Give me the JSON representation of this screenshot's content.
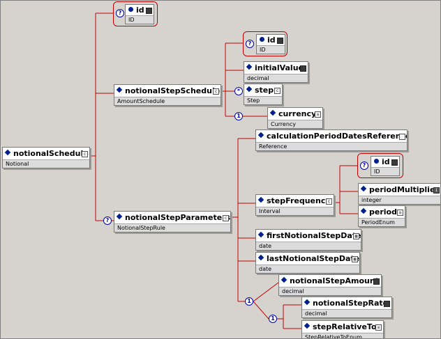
{
  "colors": {
    "background": "#d6d3ce",
    "connector": "#c00000",
    "icon_blue": "#002090",
    "type_band": "#dcdcdc"
  },
  "nodes": {
    "notional_schedule": {
      "name": "notionalSchedule",
      "type": "Notional",
      "icon": "complex-type-icon"
    },
    "schedule_id": {
      "name": "id",
      "type": "ID",
      "icon": "attribute-icon"
    },
    "notional_step_schedule": {
      "name": "notionalStepSchedule",
      "type": "AmountSchedule",
      "icon": "complex-type-icon"
    },
    "step_schedule_id": {
      "name": "id",
      "type": "ID",
      "icon": "attribute-icon"
    },
    "initial_value": {
      "name": "initialValue",
      "type": "decimal",
      "icon": "simple-type-icon"
    },
    "step": {
      "name": "step",
      "type": "Step",
      "icon": "complex-type-icon"
    },
    "currency": {
      "name": "currency",
      "type": "Currency",
      "icon": "enum-type-icon"
    },
    "notional_step_parameters": {
      "name": "notionalStepParameters",
      "type": "NotionalStepRule",
      "icon": "complex-type-icon"
    },
    "calculation_period_dates_reference": {
      "name": "calculationPeriodDatesReference",
      "type": "Reference",
      "icon": "empty-type-icon"
    },
    "step_frequency": {
      "name": "stepFrequency",
      "type": "Interval",
      "icon": "complex-type-icon"
    },
    "step_frequency_id": {
      "name": "id",
      "type": "ID",
      "icon": "attribute-icon"
    },
    "period_multiplier": {
      "name": "periodMultiplier",
      "type": "integer",
      "icon": "integer-type-icon"
    },
    "period": {
      "name": "period",
      "type": "PeriodEnum",
      "icon": "enum-type-icon"
    },
    "first_notional_step_date": {
      "name": "firstNotionalStepDate",
      "type": "date",
      "icon": "date-type-icon"
    },
    "last_notional_step_date": {
      "name": "lastNotionalStepDate",
      "type": "date",
      "icon": "date-type-icon"
    },
    "notional_step_amount": {
      "name": "notionalStepAmount",
      "type": "decimal",
      "icon": "simple-type-icon"
    },
    "notional_step_rate": {
      "name": "notionalStepRate",
      "type": "decimal",
      "icon": "simple-type-icon"
    },
    "step_relative_to": {
      "name": "stepRelativeTo",
      "type": "StepRelativeToEnum",
      "icon": "enum-type-icon"
    }
  },
  "occurrence_badges": {
    "optional": "?",
    "zero_or_more": "*",
    "exactly_one": "1"
  }
}
